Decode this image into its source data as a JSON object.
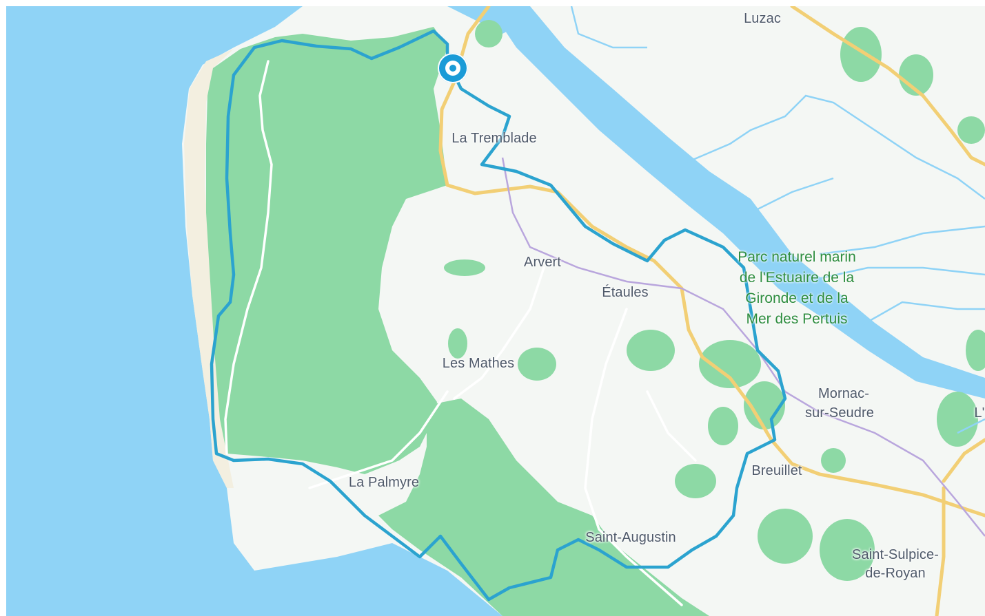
{
  "map": {
    "places": [
      {
        "id": "luzac",
        "label": "Luzac"
      },
      {
        "id": "la-tremblade",
        "label": "La Tremblade"
      },
      {
        "id": "arvert",
        "label": "Arvert"
      },
      {
        "id": "etaules",
        "label": "Étaules"
      },
      {
        "id": "les-mathes",
        "label": "Les Mathes"
      },
      {
        "id": "la-palmyre",
        "label": "La Palmyre"
      },
      {
        "id": "saint-augustin",
        "label": "Saint-Augustin"
      },
      {
        "id": "breuillet",
        "label": "Breuillet"
      },
      {
        "id": "mornac-line1",
        "label": "Mornac-"
      },
      {
        "id": "mornac-line2",
        "label": "sur-Seudre"
      },
      {
        "id": "saint-sulpice-line1",
        "label": "Saint-Sulpice-"
      },
      {
        "id": "saint-sulpice-line2",
        "label": "de-Royan"
      },
      {
        "id": "edge",
        "label": "L'"
      }
    ],
    "park_label": {
      "lines": [
        "Parc naturel marin",
        "de l'Estuaire de la",
        "Gironde et de la",
        "Mer des Pertuis"
      ]
    },
    "colors": {
      "water": "#8fd3f6",
      "forest": "#8dd9a5",
      "land": "#f4f7f4",
      "road": "#f2cf75",
      "route": "#2ba3cf",
      "railway": "#b9a6dd",
      "park_text": "#2e8d3f"
    },
    "marker": {
      "icon": "start-marker-icon"
    }
  }
}
